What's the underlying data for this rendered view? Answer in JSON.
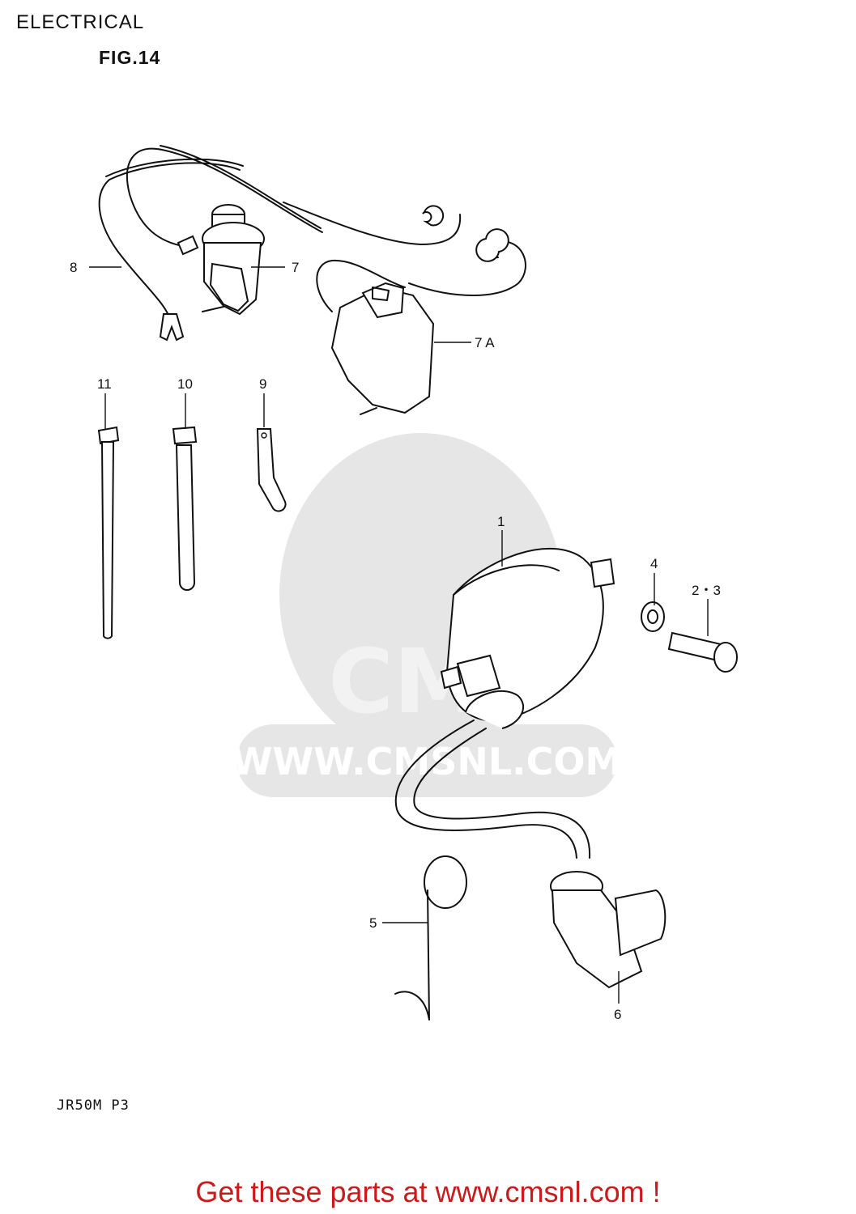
{
  "header": {
    "section_title": "ELECTRICAL",
    "figure_label": "FIG.14"
  },
  "watermark": {
    "text": "WWW.CMSNL.COM",
    "logo_text": "CMS"
  },
  "callouts": {
    "c1": "1",
    "c23": "2・3",
    "c4": "4",
    "c5": "5",
    "c6": "6",
    "c7": "7",
    "c7a": "7 A",
    "c8": "8",
    "c9": "9",
    "c10": "10",
    "c11": "11"
  },
  "footer": {
    "model_code": "JR50M  P3",
    "cta": "Get these parts at www.cmsnl.com !"
  }
}
